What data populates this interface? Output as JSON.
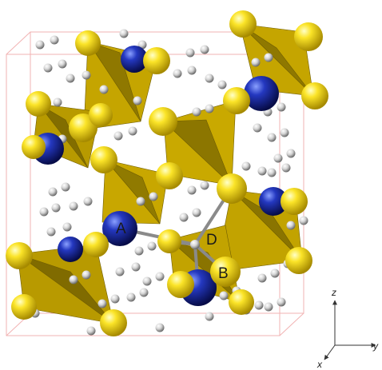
{
  "atom_labels": {
    "a": "A",
    "b": "B",
    "d": "D"
  },
  "axes": {
    "z": "z",
    "y": "y",
    "x": "x"
  },
  "colors": {
    "background": "#ffffff",
    "cell_edge": "#f2b3b3",
    "tetrahedron": "#c8a800",
    "tetrahedron_dark": "#8a7400",
    "yellow_atom": "#f5d400",
    "blue_atom": "#1a2a9e",
    "white_atom": "#c8c8c8",
    "bond": "#8a8a8a"
  }
}
